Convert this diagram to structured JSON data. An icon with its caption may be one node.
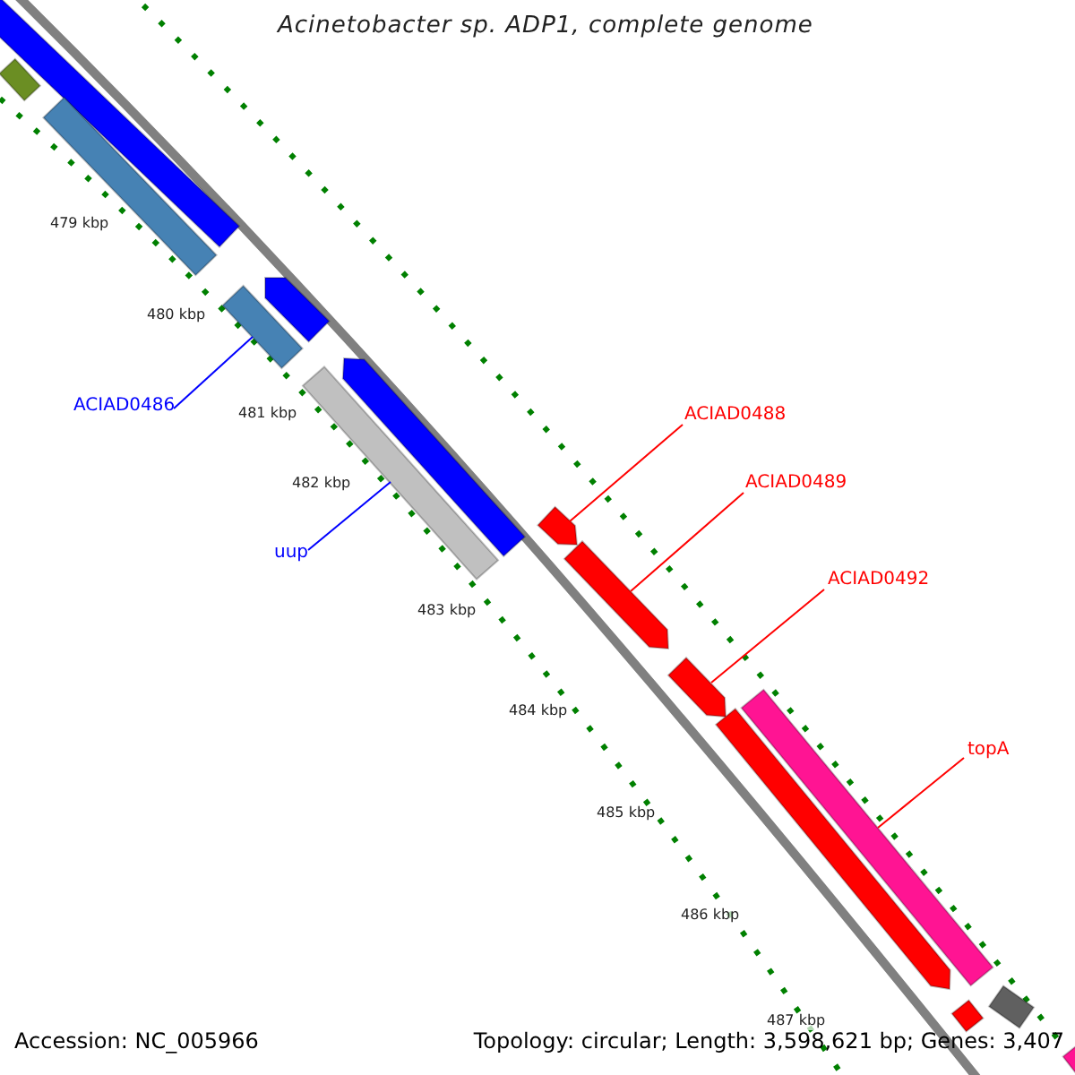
{
  "diagram": {
    "title": "Acinetobacter sp. ADP1, complete genome",
    "nodes": [
      {
        "text": [],
        "shape": "bar"
      },
      {
        "text": [],
        "shape": "bar"
      },
      {
        "text": [],
        "shape": "bar"
      },
      {
        "text": [
          "ACIAD0486"
        ]
      },
      {
        "text": [],
        "shape": "bar"
      },
      {
        "text": [],
        "shape": "bar"
      },
      {
        "text": [],
        "shape": "bar"
      },
      {
        "text": [],
        "shape": "bar"
      },
      {
        "text": [
          "uup"
        ]
      },
      {
        "text": [
          "ACIAD0488"
        ]
      },
      {
        "text": [],
        "shape": "bar"
      },
      {
        "text": [
          "ACIAD0489"
        ]
      },
      {
        "text": [],
        "shape": "bar"
      },
      {
        "text": [
          "ACIAD0492"
        ]
      },
      {
        "text": [],
        "shape": "bar"
      },
      {
        "text": [],
        "shape": "bar"
      },
      {
        "text": [
          "topA"
        ]
      },
      {
        "text": [],
        "shape": "bar"
      },
      {
        "text": [],
        "shape": "bar"
      },
      {
        "text": [],
        "shape": "bar"
      },
      {
        "text": [],
        "shape": "bar"
      }
    ],
    "edges": [
      {
        "from": 3,
        "to": 5,
        "arrow": "none",
        "color": "#0000ff"
      },
      {
        "from": 8,
        "to": 7,
        "arrow": "none",
        "color": "#0000ff"
      },
      {
        "from": 9,
        "to": 10,
        "arrow": "none"
      },
      {
        "from": 11,
        "to": 12,
        "arrow": "none"
      },
      {
        "from": 13,
        "to": 14,
        "arrow": "none"
      },
      {
        "from": 16,
        "to": 17,
        "arrow": "none"
      }
    ],
    "labels": [
      "479 kbp",
      "480 kbp",
      "481 kbp",
      "482 kbp",
      "483 kbp",
      "484 kbp",
      "485 kbp",
      "486 kbp",
      "487 kbp",
      "Accession: NC_005966",
      "Topology: circular; Length: 3,598,621 bp; Genes: 3,407"
    ]
  }
}
